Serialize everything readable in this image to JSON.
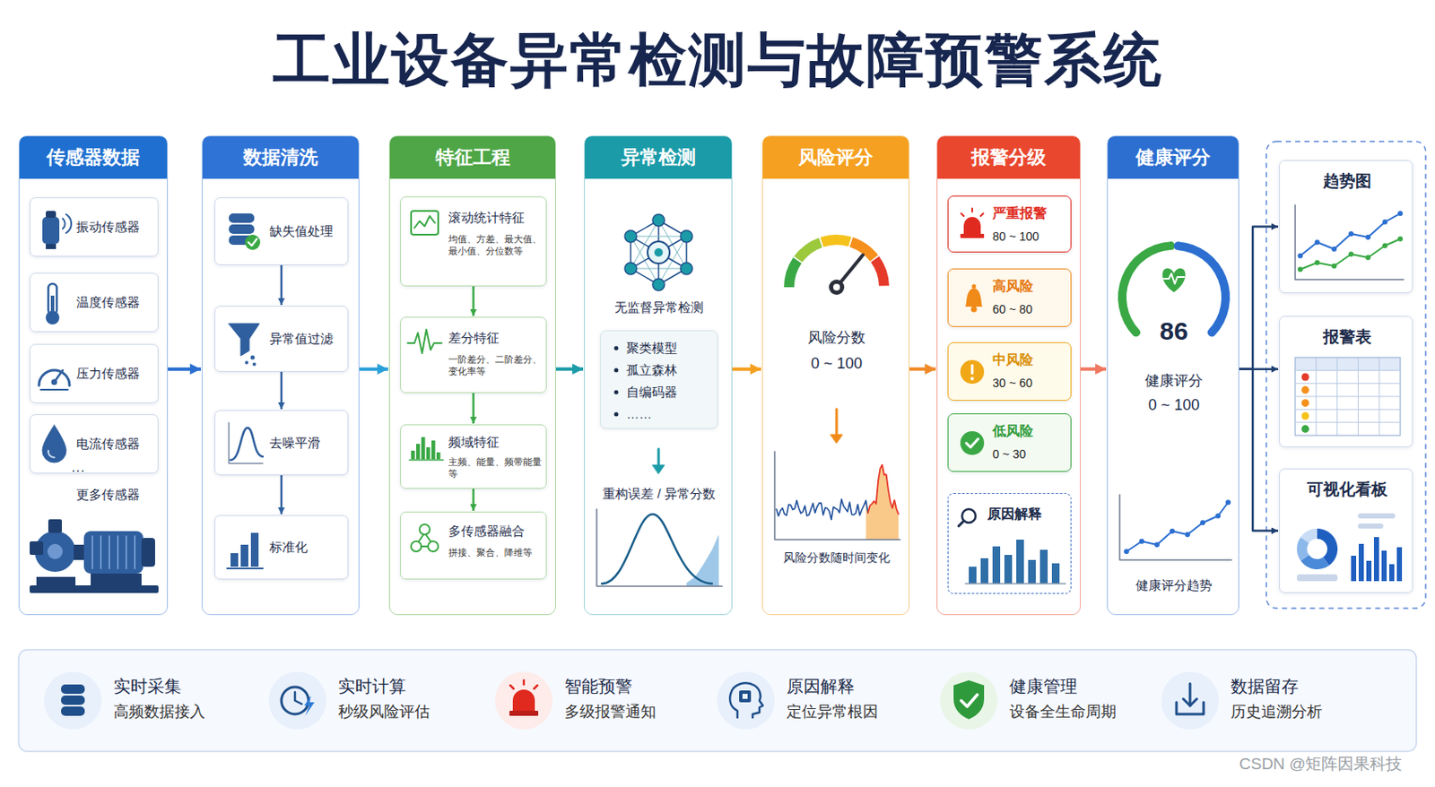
{
  "diagram": {
    "title": "工业设备异常检测与故障预警系统",
    "nodes": [
      {
        "text": [
          "传感器数据"
        ]
      },
      {
        "text": [
          "振动传感器"
        ],
        "in": 0
      },
      {
        "text": [
          "温度传感器"
        ],
        "in": 0
      },
      {
        "text": [
          "压力传感器"
        ],
        "in": 0
      },
      {
        "text": [
          "电流传感器"
        ],
        "in": 0
      },
      {
        "text": [
          "数据清洗"
        ]
      },
      {
        "text": [
          "缺失值处理"
        ],
        "in": 5
      },
      {
        "text": [
          "异常值过滤"
        ],
        "in": 5
      },
      {
        "text": [
          "去噪平滑"
        ],
        "in": 5
      },
      {
        "text": [
          "标准化"
        ],
        "in": 5
      },
      {
        "text": [
          "特征工程"
        ]
      },
      {
        "text": [
          "滚动统计特征",
          "均值、方差、最大值、最小值、分位数等"
        ],
        "in": 10
      },
      {
        "text": [
          "差分特征",
          "一阶差分、二阶差分、变化率等"
        ],
        "in": 10
      },
      {
        "text": [
          "频域特征",
          "主频、能量、频带能量等"
        ],
        "in": 10
      },
      {
        "text": [
          "多传感器融合",
          "拼接、聚合、降维等"
        ],
        "in": 10
      },
      {
        "text": [
          "异常检测",
          "无监督异常检测",
          "重构误差 / 异常分数"
        ]
      },
      {
        "text": [
          "聚类模型",
          "孤立森林",
          "自编码器",
          "……"
        ],
        "in": 15
      },
      {
        "text": [
          "风险评分",
          "风险分数",
          "0 ~ 100",
          "风险分数随时间变化"
        ]
      },
      {
        "text": [
          "报警分级"
        ]
      },
      {
        "text": [
          "严重报警",
          "80 ~ 100"
        ],
        "in": 18
      },
      {
        "text": [
          "高风险",
          "60 ~ 80"
        ],
        "in": 18
      },
      {
        "text": [
          "中风险",
          "30 ~ 60"
        ],
        "in": 18
      },
      {
        "text": [
          "低风险",
          "0 ~ 30"
        ],
        "in": 18
      },
      {
        "text": [
          "原因解释"
        ],
        "in": 18
      },
      {
        "text": [
          "健康评分",
          "86",
          "健康评分",
          "0 ~ 100",
          "健康评分趋势"
        ]
      },
      {
        "text": [
          "趋势图"
        ]
      },
      {
        "text": [
          "报警表"
        ]
      },
      {
        "text": [
          "可视化看板"
        ]
      },
      {
        "text": [
          "实时采集",
          "高频数据接入"
        ]
      },
      {
        "text": [
          "实时计算",
          "秒级风险评估"
        ]
      },
      {
        "text": [
          "智能预警",
          "多级报警通知"
        ]
      },
      {
        "text": [
          "原因解释",
          "定位异常根因"
        ]
      },
      {
        "text": [
          "健康管理",
          "设备全生命周期"
        ]
      },
      {
        "text": [
          "数据留存",
          "历史追溯分析"
        ]
      }
    ],
    "edges": [
      {
        "from": 0,
        "to": 5,
        "arrow": "to"
      },
      {
        "from": 6,
        "to": 7,
        "arrow": "to"
      },
      {
        "from": 7,
        "to": 8,
        "arrow": "to"
      },
      {
        "from": 8,
        "to": 9,
        "arrow": "to"
      },
      {
        "from": 5,
        "to": 10,
        "arrow": "to"
      },
      {
        "from": 11,
        "to": 12,
        "arrow": "to"
      },
      {
        "from": 12,
        "to": 13,
        "arrow": "to"
      },
      {
        "from": 13,
        "to": 14,
        "arrow": "to"
      },
      {
        "from": 10,
        "to": 15,
        "arrow": "to"
      },
      {
        "from": 15,
        "to": 17,
        "arrow": "to"
      },
      {
        "from": 17,
        "to": 18,
        "arrow": "to"
      },
      {
        "from": 18,
        "to": 24,
        "arrow": "to"
      },
      {
        "from": 24,
        "to": 25,
        "arrow": "to"
      },
      {
        "from": 24,
        "to": 26,
        "arrow": "to"
      },
      {
        "from": 24,
        "to": 27,
        "arrow": "to"
      }
    ],
    "labels": [
      "···",
      "更多传感器",
      "CSDN @矩阵因果科技"
    ]
  }
}
